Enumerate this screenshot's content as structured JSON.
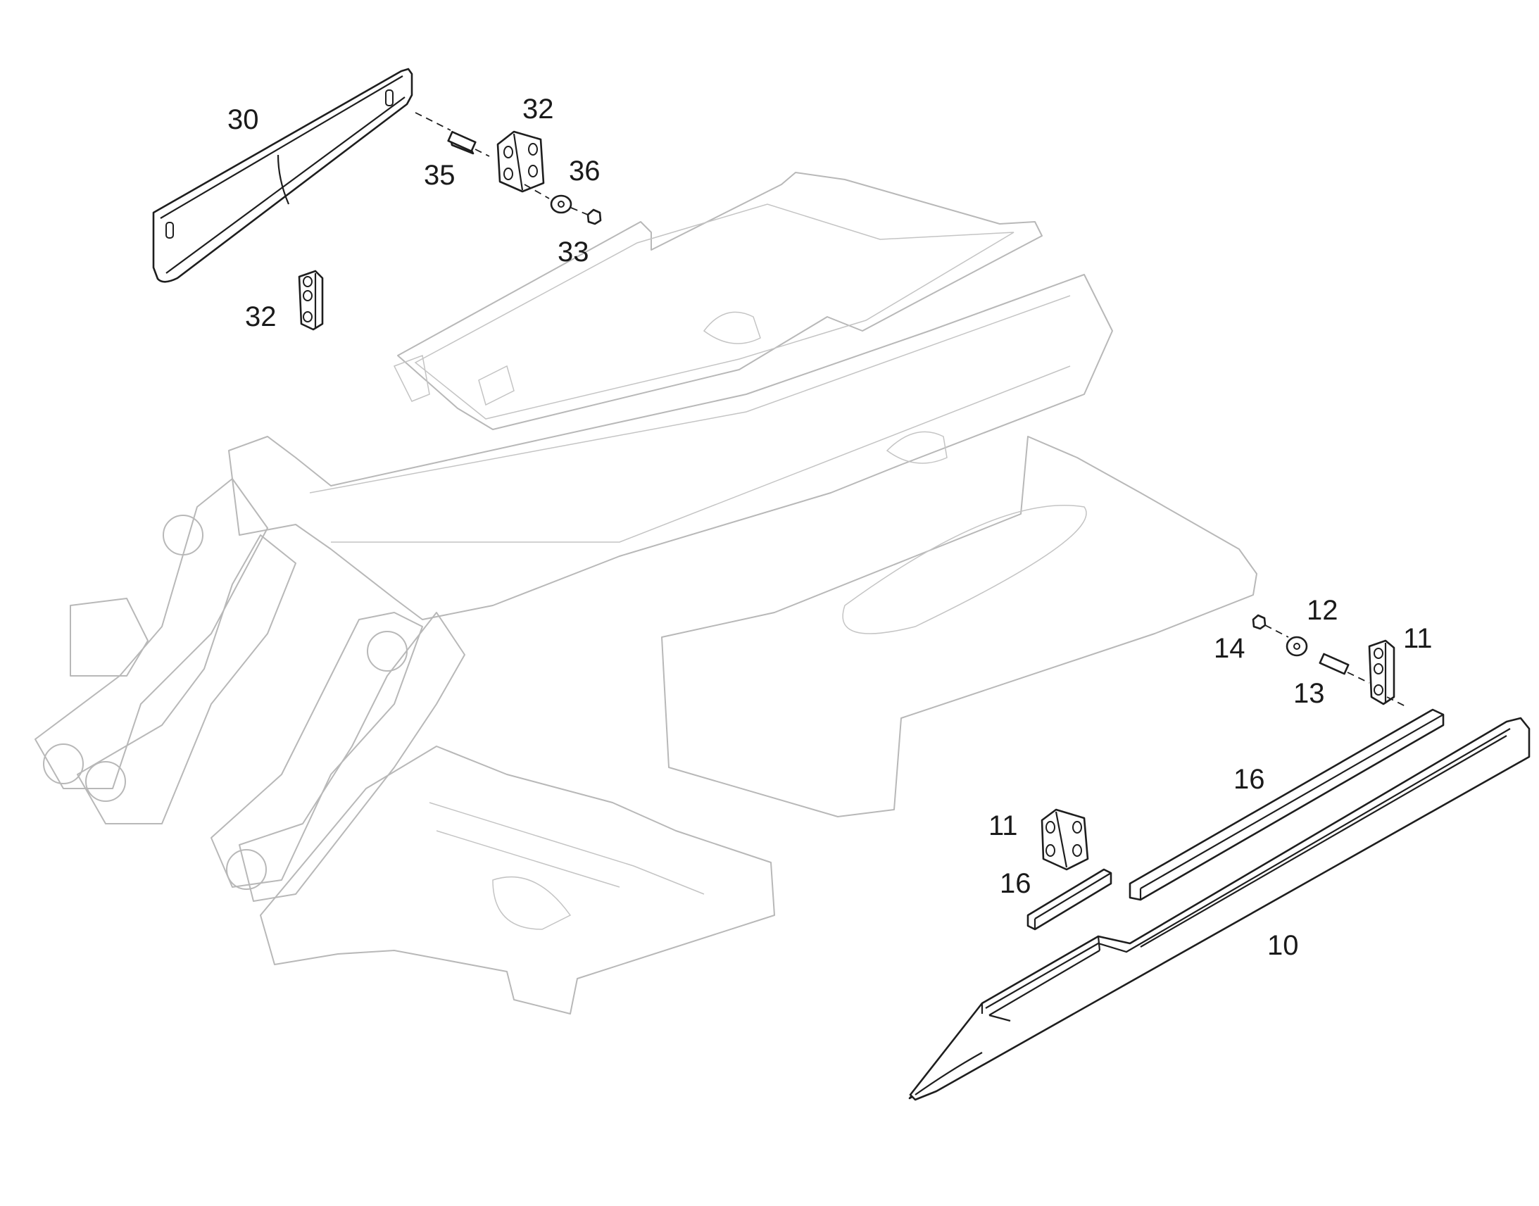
{
  "callouts": {
    "c30": "30",
    "c32_top": "32",
    "c35": "35",
    "c36": "36",
    "c33": "33",
    "c32_left": "32",
    "c12": "12",
    "c11_right": "11",
    "c14": "14",
    "c13": "13",
    "c16_right": "16",
    "c11_mid": "11",
    "c16_left": "16",
    "c10": "10"
  },
  "colors": {
    "frame_line": "#b8b8b8",
    "part_line": "#1e1e1e",
    "background": "#ffffff"
  }
}
